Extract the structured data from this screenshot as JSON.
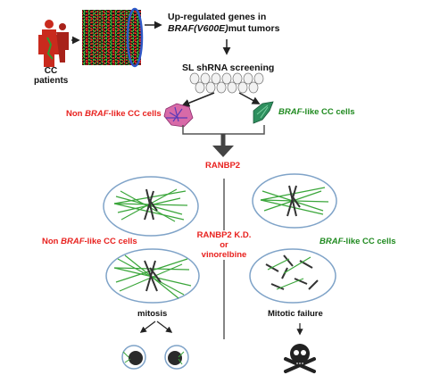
{
  "patients": {
    "line1": "CC",
    "line2": "patients"
  },
  "heatmap_note": {
    "line1": "Up-regulated genes in",
    "line2_italic": "BRAF(V600E)",
    "line2_rest": "mut tumors"
  },
  "screening": {
    "label": "SL shRNA screening"
  },
  "non_braf_top": {
    "pre": "Non ",
    "italic": "BRAF",
    "post": "-like CC cells"
  },
  "braf_top": {
    "italic": "BRAF",
    "post": "-like CC cells"
  },
  "ranbp2": {
    "label": "RANBP2"
  },
  "non_braf_mid": {
    "pre": "Non ",
    "italic": "BRAF",
    "post": "-like CC cells"
  },
  "braf_mid": {
    "italic": "BRAF",
    "post": "-like CC cells"
  },
  "treatment": {
    "line1": "RANBP2 K.D.",
    "line2": "or",
    "line3": "vinorelbine"
  },
  "outcome_left": {
    "label": "mitosis"
  },
  "outcome_right": {
    "label": "Mitotic failure"
  },
  "colors": {
    "red": "#e8211e",
    "green": "#1f8a1f",
    "cell_outline": "#7fa3c8",
    "spindle": "#3aa63a"
  }
}
